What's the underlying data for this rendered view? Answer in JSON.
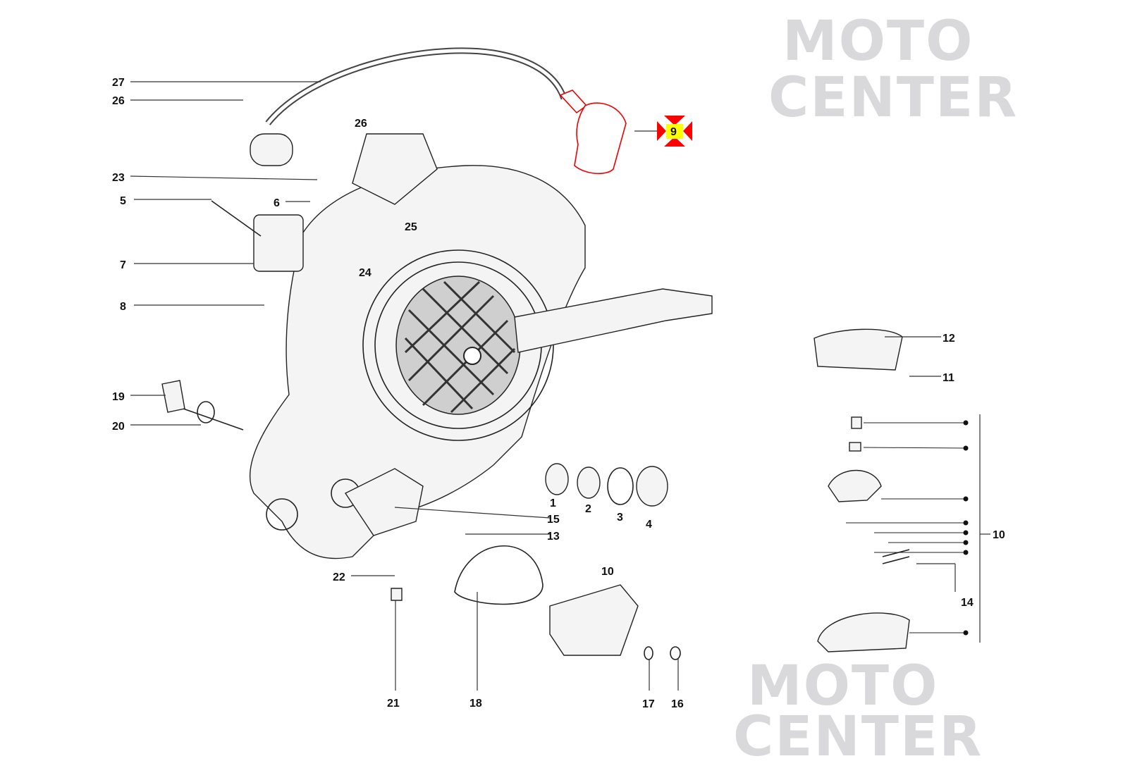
{
  "watermark": {
    "line1": "MOTO",
    "line2": "CENTER"
  },
  "highlight_color": "#ff0000",
  "selected_label_bg": "#ffff00",
  "callouts": [
    "27",
    "26",
    "26",
    "23",
    "5",
    "6",
    "25",
    "24",
    "7",
    "8",
    "9",
    "12",
    "11",
    "19",
    "20",
    "1",
    "2",
    "3",
    "4",
    "15",
    "13",
    "10",
    "10",
    "14",
    "22",
    "21",
    "18",
    "17",
    "16"
  ],
  "selected_part": "9"
}
